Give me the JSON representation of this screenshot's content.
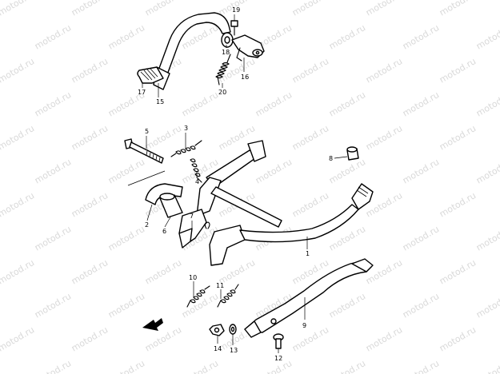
{
  "watermark": "motod.ru",
  "callouts": {
    "c1": "1",
    "c2": "2",
    "c3": "3",
    "c4": "4",
    "c5": "5",
    "c6": "6",
    "c7": "7",
    "c8": "8",
    "c9": "9",
    "c10": "10",
    "c11": "11",
    "c12": "12",
    "c13": "13",
    "c14": "14",
    "c15": "15",
    "c16": "16",
    "c17": "17",
    "c18": "18",
    "c19": "19",
    "c20": "20"
  }
}
